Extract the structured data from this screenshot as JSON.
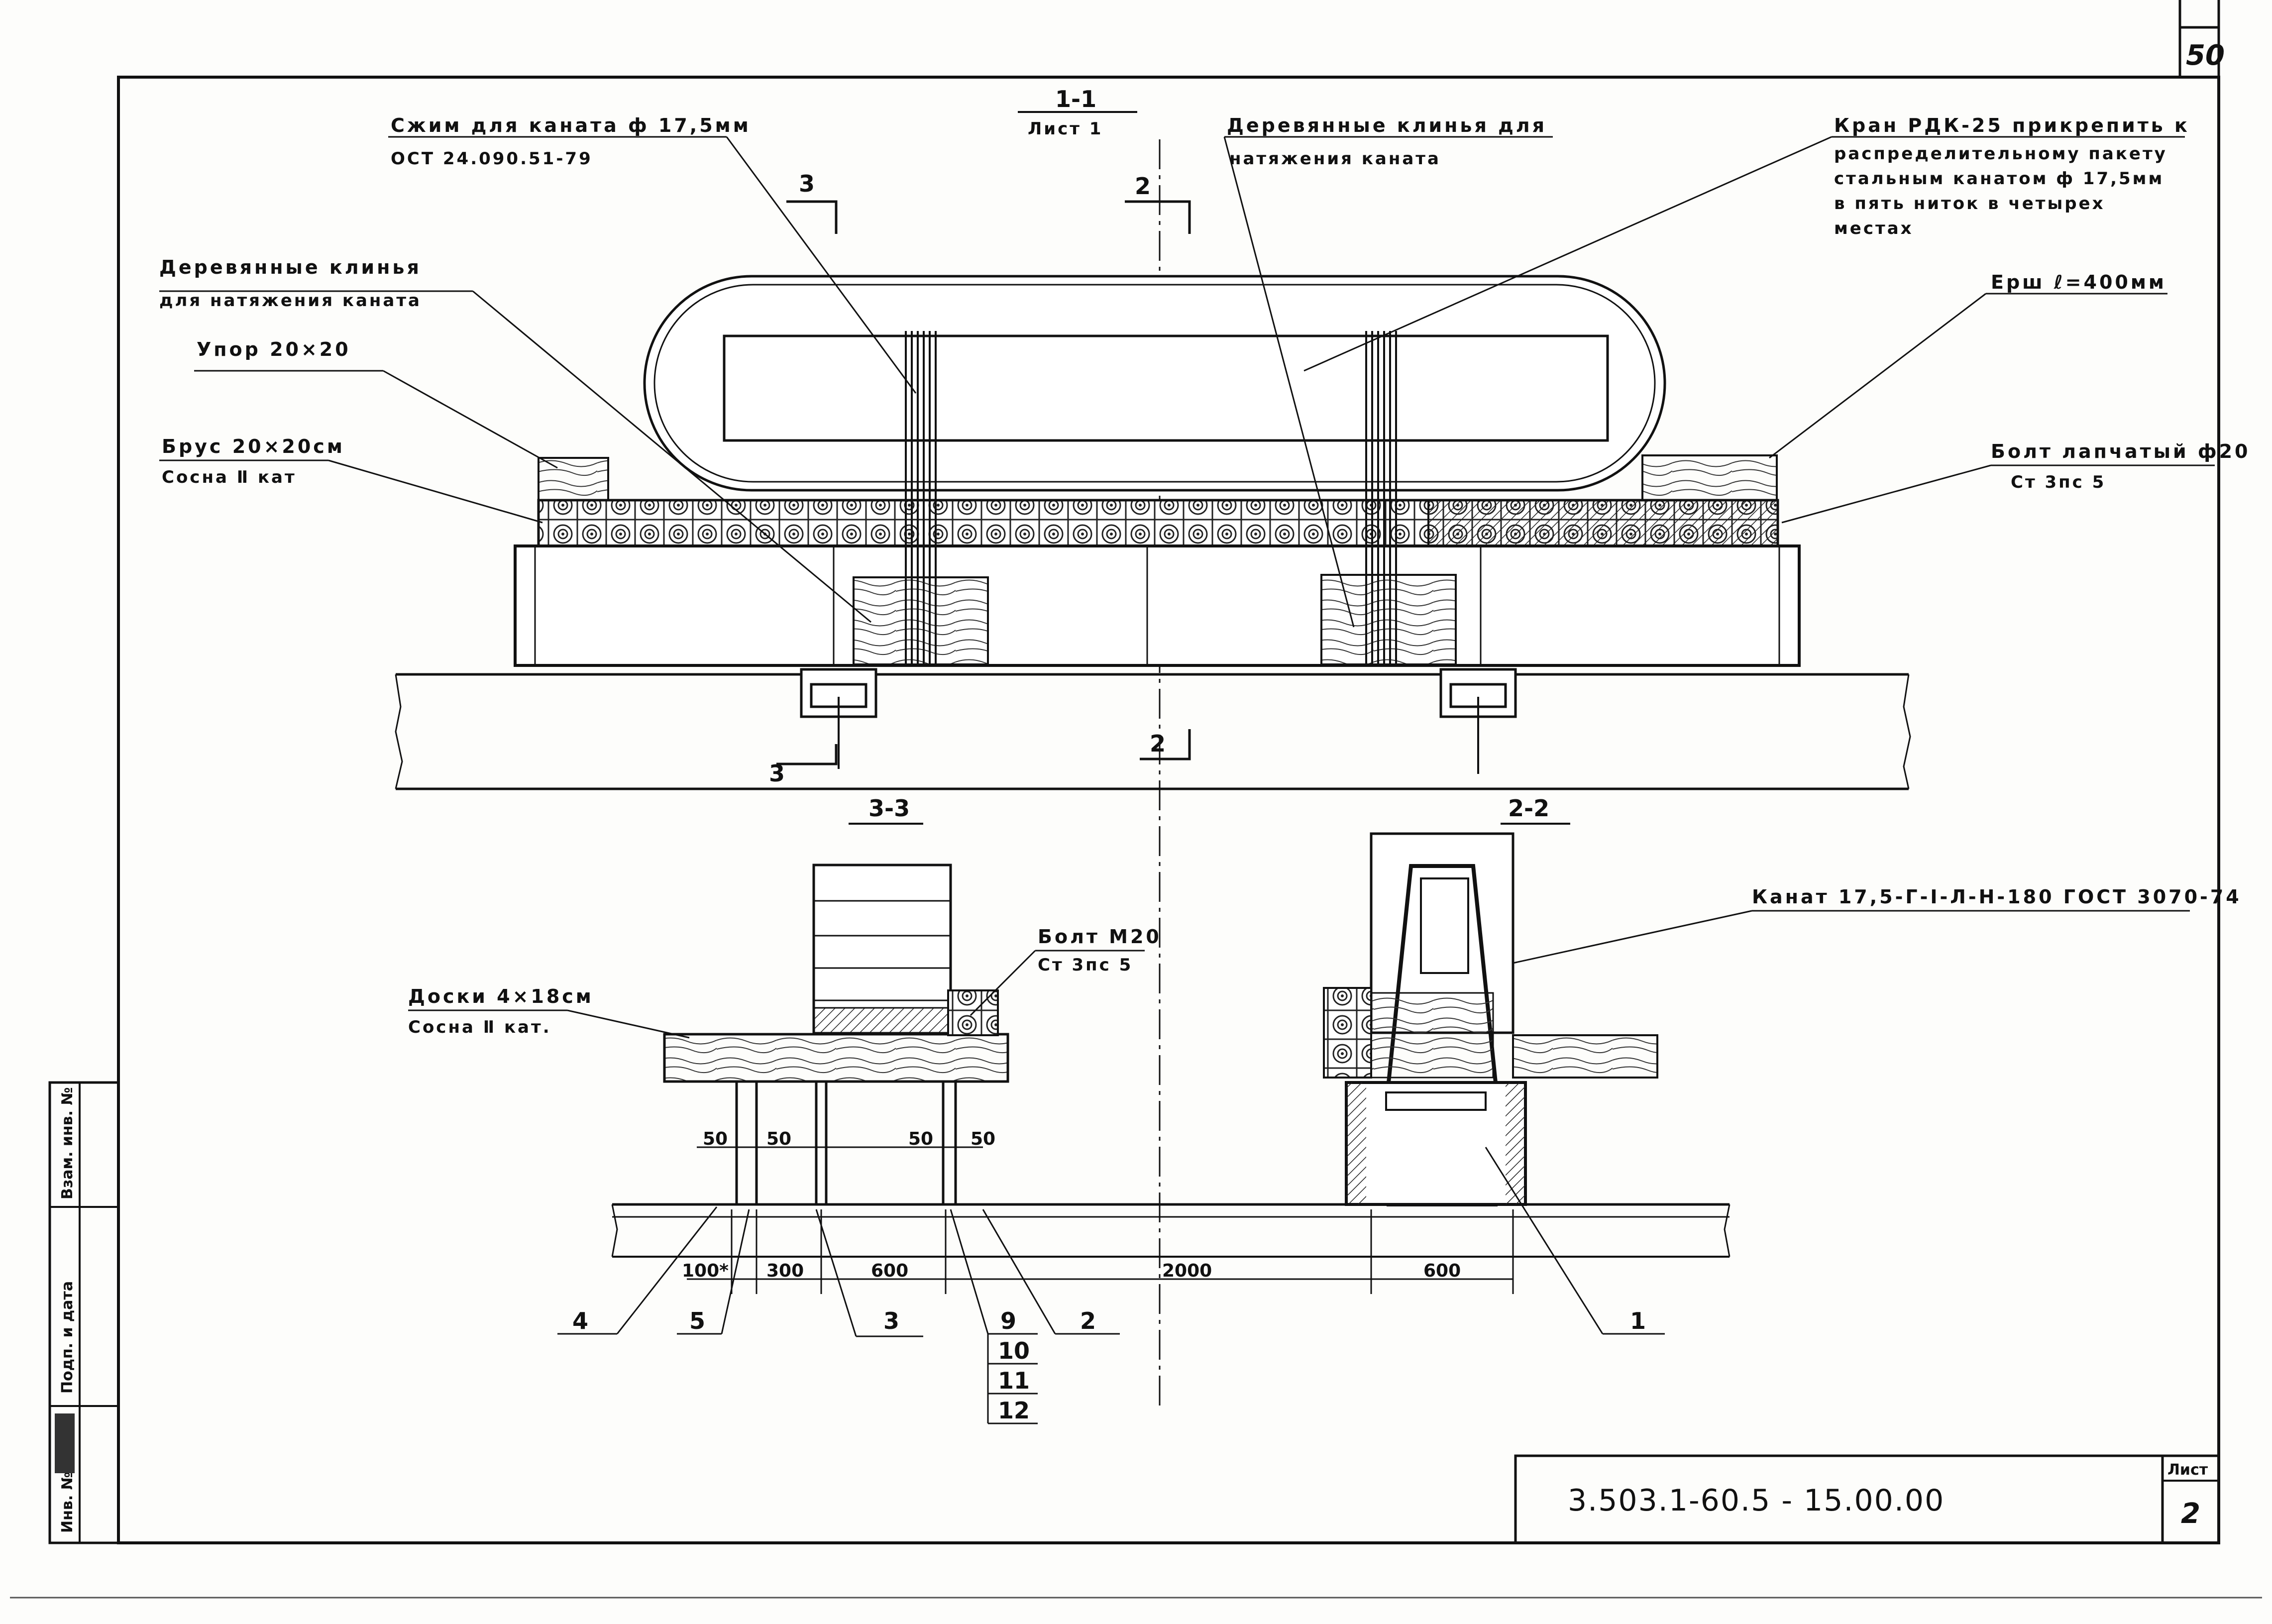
{
  "sheet": {
    "page_number": "50",
    "doc_code": "3.503.1-60.5 - 15.00.00",
    "sheet_label": "Лист",
    "sheet_number": "2"
  },
  "stamp": {
    "inv_orig": "Инв. № подл.",
    "sign_date": "Подп. и дата",
    "replace_inv": "Взам. инв. №"
  },
  "sections": {
    "s11_title": "1-1",
    "s11_sub": "Лист 1",
    "s33": "3-3",
    "s22": "2-2",
    "cut3_top": "3",
    "cut2_top": "2",
    "cut3_bottom": "3",
    "cut2_bottom": "2"
  },
  "callouts": {
    "clamp_1": "Сжим для каната ф 17,5мм",
    "clamp_2": "ОСТ 24.090.51-79",
    "wedges_r1": "Деревянные клинья для",
    "wedges_r2": "натяжения каната",
    "crane_1": "Кран РДК-25 прикрепить к",
    "crane_2": "распределительному пакету",
    "crane_3": "стальным канатом ф 17,5мм",
    "crane_4": "в пять ниток в четырех",
    "crane_5": "местах",
    "wedges_l1": "Деревянные клинья",
    "wedges_l2": "для натяжения каната",
    "stop": "Упор 20×20",
    "beam_1": "Брус 20×20см",
    "beam_2": "Сосна Ⅱ кат",
    "ruff": "Ерш ℓ=400мм",
    "bolt_1": "Болт лапчатый ф20",
    "bolt_2": "Ст 3пс 5",
    "boards_1": "Доски 4×18см",
    "boards_2": "Сосна Ⅱ кат.",
    "m20_1": "Болт М20",
    "m20_2": "Ст 3пс 5",
    "rope": "Канат 17,5-Г-I-Л-Н-180 ГОСТ 3070-74"
  },
  "dimensions": {
    "d50a": "50",
    "d50b": "50",
    "d50c": "50",
    "d50d": "50",
    "d100": "100*",
    "d300": "300",
    "d600a": "600",
    "d2000": "2000",
    "d600b": "600"
  },
  "positions": {
    "p1": "1",
    "p2": "2",
    "p3": "3",
    "p4": "4",
    "p5": "5",
    "p9": "9",
    "p10": "10",
    "p11": "11",
    "p12": "12"
  }
}
